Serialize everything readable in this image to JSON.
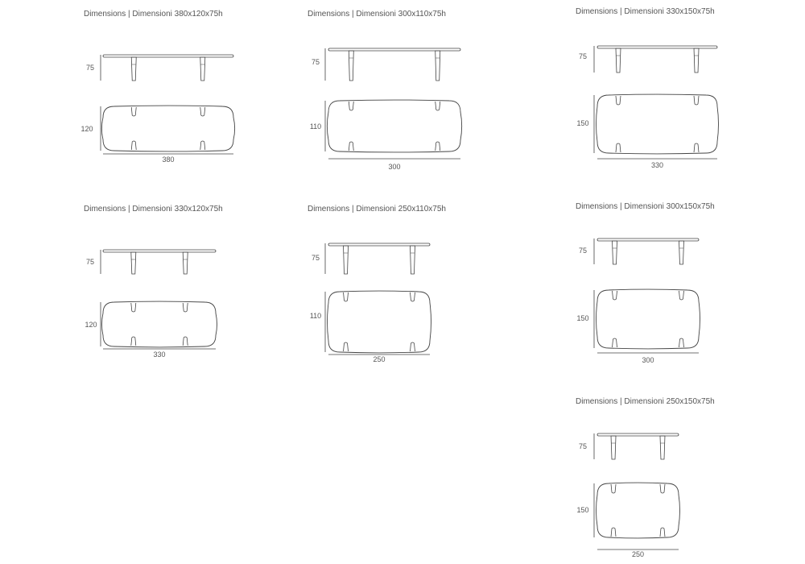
{
  "blocks": [
    {
      "title": "Dimensions | Dimensioni  380x120x75h",
      "height": "75",
      "depth": "120",
      "length": "380"
    },
    {
      "title": "Dimensions | Dimensioni  300x110x75h",
      "height": "75",
      "depth": "110",
      "length": "300"
    },
    {
      "title": "Dimensions | Dimensioni  330x150x75h",
      "height": "75",
      "depth": "150",
      "length": "330"
    },
    {
      "title": "Dimensions | Dimensioni  330x120x75h",
      "height": "75",
      "depth": "120",
      "length": "330"
    },
    {
      "title": "Dimensions | Dimensioni  250x110x75h",
      "height": "75",
      "depth": "110",
      "length": "250"
    },
    {
      "title": "Dimensions | Dimensioni  300x150x75h",
      "height": "75",
      "depth": "150",
      "length": "300"
    },
    {
      "title": "Dimensions | Dimensioni  250x150x75h",
      "height": "75",
      "depth": "150",
      "length": "250"
    }
  ],
  "colors": {
    "line": "#444444",
    "text": "#555555"
  }
}
